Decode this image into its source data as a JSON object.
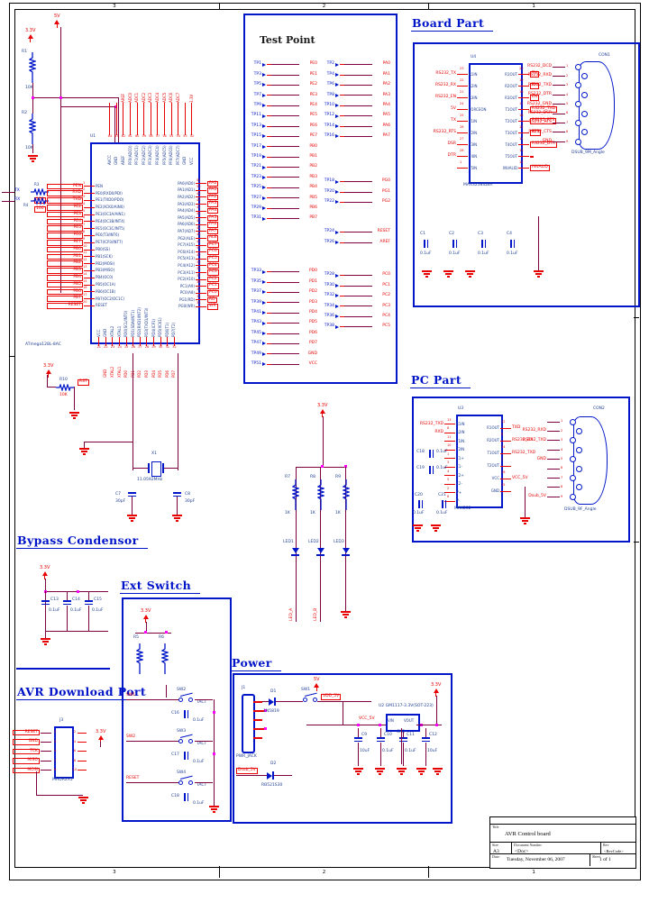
{
  "sections": {
    "test_point": "Test Point",
    "board_part": "Board Part",
    "pc_part": "PC Part",
    "bypass": "Bypass Condensor",
    "ext_switch": "Ext Switch",
    "avr_port": "AVR Download Port",
    "power": "Power"
  },
  "zones": {
    "top": [
      "3",
      "2",
      "1"
    ],
    "bottom": [
      "3",
      "2",
      "1"
    ]
  },
  "titleblock": {
    "title_label": "Title",
    "title": "AVR Control board",
    "size_label": "Size",
    "size": "A3",
    "doc_label": "Document Number",
    "doc": "<Doc>",
    "rev_label": "Rev",
    "rev": "<RevCode>",
    "date_label": "Date:",
    "date": "Tuesday, November 06, 2007",
    "sheet_label": "Sheet",
    "sheet_of": "1  of  1"
  },
  "pullups": {
    "sup5": "5V",
    "sup33": "3.3V",
    "r1": "R1",
    "r1v": "10K",
    "r2": "R2",
    "r2v": "10K"
  },
  "uart": {
    "tx": "TX",
    "rx": "RX",
    "r3": "R3",
    "r3v": "100",
    "r4": "R4",
    "r4v": "100"
  },
  "reset_net": {
    "sup": "3.3V",
    "r": "R10",
    "rv": "10K",
    "net": "RST"
  },
  "mcu": {
    "des": "U1",
    "part": "ATmega128L-8AC",
    "left": [
      {
        "net": "PEN",
        "num": "1",
        "name": "PEN"
      },
      {
        "net": "RXD",
        "num": "2",
        "name": "PE0(RXD0/PDI)"
      },
      {
        "net": "TXD",
        "num": "3",
        "name": "PE1(TXD0/PDO)"
      },
      {
        "net": "PE2",
        "num": "4",
        "name": "PE2(XCK0/AIN0)"
      },
      {
        "net": "PE3",
        "num": "5",
        "name": "PE3(OC3A/AIN1)"
      },
      {
        "net": "PE4",
        "num": "6",
        "name": "PE4(OC3B/INT4)"
      },
      {
        "net": "PE5",
        "num": "7",
        "name": "PE5(OC3C/INT5)"
      },
      {
        "net": "PE6",
        "num": "8",
        "name": "PE6(T3/INT6)"
      },
      {
        "net": "PE7",
        "num": "9",
        "name": "PE7(ICP3/INT7)"
      },
      {
        "net": "PB0",
        "num": "10",
        "name": "PB0(SS)"
      },
      {
        "net": "PB1",
        "num": "11",
        "name": "PB1(SCK)"
      },
      {
        "net": "PB2",
        "num": "12",
        "name": "PB2(MOSI)"
      },
      {
        "net": "PB3",
        "num": "13",
        "name": "PB3(MISO)"
      },
      {
        "net": "PB4",
        "num": "14",
        "name": "PB4(OC0)"
      },
      {
        "net": "PB5",
        "num": "15",
        "name": "PB5(OC1A)"
      },
      {
        "net": "PB6",
        "num": "16",
        "name": "PB6(OC1B)"
      },
      {
        "net": "PB7",
        "num": "17",
        "name": "PB7(OC2/OC1C)"
      },
      {
        "net": "RESET",
        "num": "20",
        "name": "RESET"
      }
    ],
    "right": [
      {
        "name": "PA0(AD0)",
        "num": "51",
        "net": "PA0"
      },
      {
        "name": "PA1(AD1)",
        "num": "50",
        "net": "PA1"
      },
      {
        "name": "PA2(AD2)",
        "num": "49",
        "net": "PA2"
      },
      {
        "name": "PA3(AD3)",
        "num": "48",
        "net": "PA3"
      },
      {
        "name": "PA4(AD4)",
        "num": "47",
        "net": "PA4"
      },
      {
        "name": "PA5(AD5)",
        "num": "46",
        "net": "PA5"
      },
      {
        "name": "PA6(AD6)",
        "num": "45",
        "net": "PA6"
      },
      {
        "name": "PA7(AD7)",
        "num": "44",
        "net": "PA7"
      },
      {
        "name": "PG2(ALE)",
        "num": "43",
        "net": "ALE"
      },
      {
        "name": "PC7(A15)",
        "num": "42",
        "net": "PC7"
      },
      {
        "name": "PC6(A14)",
        "num": "41",
        "net": "PC6"
      },
      {
        "name": "PC5(A13)",
        "num": "40",
        "net": "PC5"
      },
      {
        "name": "PC4(A12)",
        "num": "39",
        "net": "PC4"
      },
      {
        "name": "PC3(A11)",
        "num": "38",
        "net": "PC3"
      },
      {
        "name": "PC2(A10)",
        "num": "37",
        "net": "PC2"
      },
      {
        "name": "PC1(A9)",
        "num": "36",
        "net": "PC1"
      },
      {
        "name": "PC0(A8)",
        "num": "35",
        "net": "PC0"
      },
      {
        "name": "PG1(RD)",
        "num": "34",
        "net": "RD"
      },
      {
        "name": "PG0(WR)",
        "num": "33",
        "net": "WR"
      }
    ],
    "top": [
      {
        "num": "64",
        "name": "AVCC",
        "net": ""
      },
      {
        "num": "63",
        "name": "GND",
        "net": ""
      },
      {
        "num": "62",
        "name": "AREF",
        "net": "AREF"
      },
      {
        "num": "61",
        "name": "PF0(ADC0)",
        "net": "ADC0"
      },
      {
        "num": "60",
        "name": "PF1(ADC1)",
        "net": "ADC1"
      },
      {
        "num": "59",
        "name": "PF2(ADC2)",
        "net": "ADC2"
      },
      {
        "num": "58",
        "name": "PF3(ADC3)",
        "net": "ADC3"
      },
      {
        "num": "57",
        "name": "PF4(ADC4)",
        "net": "ADC4"
      },
      {
        "num": "56",
        "name": "PF5(ADC5)",
        "net": "ADC5"
      },
      {
        "num": "55",
        "name": "PF6(ADC6)",
        "net": "ADC6"
      },
      {
        "num": "54",
        "name": "PF7(ADC7)",
        "net": "ADC7"
      },
      {
        "num": "53",
        "name": "GND",
        "net": ""
      },
      {
        "num": "52",
        "name": "VCC",
        "net": "3.3V"
      }
    ],
    "bottom": [
      {
        "num": "21",
        "name": "VCC",
        "net": ""
      },
      {
        "num": "22",
        "name": "GND",
        "net": "GND"
      },
      {
        "num": "23",
        "name": "XTAL2",
        "net": "XTAL2"
      },
      {
        "num": "24",
        "name": "XTAL1",
        "net": "XTAL1"
      },
      {
        "num": "25",
        "name": "PD0(SCL/INT0)",
        "net": "PD0"
      },
      {
        "num": "26",
        "name": "PD1(SDA/INT1)",
        "net": "PD1"
      },
      {
        "num": "27",
        "name": "PD2(RXD1/INT2)",
        "net": "PD2"
      },
      {
        "num": "28",
        "name": "PD3(TXD1/INT3)",
        "net": "PD3"
      },
      {
        "num": "29",
        "name": "PD4(ICP1)",
        "net": "PD4"
      },
      {
        "num": "30",
        "name": "PD5(XCK1)",
        "net": "PD5"
      },
      {
        "num": "31",
        "name": "PD6(T1)",
        "net": "PD6"
      },
      {
        "num": "32",
        "name": "PD7(T2)",
        "net": "PD7"
      }
    ]
  },
  "crystal": {
    "ref": "X1",
    "val": "11.0592MHz",
    "c7": "C7",
    "c7v": "30pF",
    "c8": "C8",
    "c8v": "30pF"
  },
  "leds": {
    "sup": "3.3V",
    "cols": [
      {
        "r": "R7",
        "rv": "1K",
        "led": "LED1"
      },
      {
        "r": "R8",
        "rv": "1K",
        "led": "LED2"
      },
      {
        "r": "R9",
        "rv": "1K",
        "led": "LED3"
      }
    ],
    "nets": [
      "LED_A",
      "LED_B"
    ]
  },
  "test_point": {
    "left1": [
      {
        "tp": "TP1",
        "net": "PE0"
      },
      {
        "tp": "TP3",
        "net": "PE1"
      },
      {
        "tp": "TP5",
        "net": "PE2"
      },
      {
        "tp": "TP7",
        "net": "PE3"
      },
      {
        "tp": "TP9",
        "net": "PE4"
      },
      {
        "tp": "TP11",
        "net": "PE5"
      },
      {
        "tp": "TP13",
        "net": "PE6"
      },
      {
        "tp": "TP15",
        "net": "PE7"
      },
      {
        "tp": "TP17",
        "net": "PB0"
      },
      {
        "tp": "TP19",
        "net": "PB1"
      },
      {
        "tp": "TP21",
        "net": "PB2"
      },
      {
        "tp": "TP23",
        "net": "PB3"
      },
      {
        "tp": "TP25",
        "net": "PB4"
      },
      {
        "tp": "TP27",
        "net": "PB5"
      },
      {
        "tp": "TP29",
        "net": "PB6"
      },
      {
        "tp": "TP31",
        "net": "PB7"
      }
    ],
    "left2": [
      {
        "tp": "TP33",
        "net": "PD0"
      },
      {
        "tp": "TP35",
        "net": "PD1"
      },
      {
        "tp": "TP37",
        "net": "PD2"
      },
      {
        "tp": "TP39",
        "net": "PD3"
      },
      {
        "tp": "TP41",
        "net": "PD4"
      },
      {
        "tp": "TP43",
        "net": "PD5"
      },
      {
        "tp": "TP45",
        "net": "PD6"
      },
      {
        "tp": "TP47",
        "net": "PD7"
      },
      {
        "tp": "TP49",
        "net": "GND"
      },
      {
        "tp": "TP51",
        "net": "VCC"
      }
    ],
    "right1": [
      {
        "tp": "TP2",
        "net": "PA0"
      },
      {
        "tp": "TP4",
        "net": "PA1"
      },
      {
        "tp": "TP6",
        "net": "PA2"
      },
      {
        "tp": "TP8",
        "net": "PA3"
      },
      {
        "tp": "TP10",
        "net": "PA4"
      },
      {
        "tp": "TP12",
        "net": "PA5"
      },
      {
        "tp": "TP14",
        "net": "PA6"
      },
      {
        "tp": "TP16",
        "net": "PA7"
      }
    ],
    "right2": [
      {
        "tp": "TP18",
        "net": "PG0"
      },
      {
        "tp": "TP20",
        "net": "PG1"
      },
      {
        "tp": "TP22",
        "net": "PG2"
      }
    ],
    "right3": [
      {
        "tp": "TP24",
        "net": "RESET"
      },
      {
        "tp": "TP26",
        "net": "AREF"
      }
    ],
    "right4": [
      {
        "tp": "TP28",
        "net": "PC0"
      },
      {
        "tp": "TP30",
        "net": "PC1"
      },
      {
        "tp": "TP32",
        "net": "PC2"
      },
      {
        "tp": "TP34",
        "net": "PC3"
      },
      {
        "tp": "TP36",
        "net": "PC4"
      },
      {
        "tp": "TP38",
        "net": "PC5"
      }
    ]
  },
  "board": {
    "chip": {
      "des": "U4",
      "name": "MAX3238IDBR",
      "left": [
        {
          "net": "RS232_TX",
          "num": "23",
          "name": "R1IN"
        },
        {
          "net": "RS232_RX",
          "num": "22",
          "name": "R2IN"
        },
        {
          "net": "RS232_EN",
          "num": "21",
          "name": "R3IN"
        },
        {
          "net": "5V",
          "num": "24",
          "name": "FORCEON"
        },
        {
          "net": "TX",
          "num": "25",
          "name": "T1IN"
        },
        {
          "net": "RS232_RTS",
          "num": "26",
          "name": "T2IN"
        },
        {
          "net": "DSR",
          "num": "27",
          "name": "T3IN"
        },
        {
          "net": "DTR",
          "num": "28",
          "name": "T4IN"
        },
        {
          "net": "",
          "num": "1",
          "name": "T5IN"
        }
      ],
      "right": [
        {
          "name": "R1OUT",
          "num": "20",
          "net": "TX"
        },
        {
          "name": "R2OUT",
          "num": "19",
          "net": "RX"
        },
        {
          "name": "R3OUT",
          "num": "18",
          "net": "EN"
        },
        {
          "name": "T1OUT",
          "num": "17",
          "net": "RS232_TXD"
        },
        {
          "name": "T2OUT",
          "num": "16",
          "net": "RS232_RTS"
        },
        {
          "name": "T3OUT",
          "num": "15",
          "net": "RTS"
        },
        {
          "name": "T4OUT",
          "num": "14",
          "net": "RS232_DTR"
        },
        {
          "name": "T5OUT",
          "num": "13",
          "net": ""
        },
        {
          "name": "INVALID",
          "num": "12",
          "net": "INVALID"
        }
      ]
    },
    "caps": [
      {
        "ref": "C1",
        "val": "0.1uF"
      },
      {
        "ref": "C2",
        "val": "0.1uF"
      },
      {
        "ref": "C3",
        "val": "0.1uF"
      },
      {
        "ref": "C4",
        "val": "0.1uF"
      }
    ],
    "con": {
      "des": "CON1",
      "name": "DSUB_9M_Angle",
      "pins": [
        {
          "num": "1",
          "net": "RS232_DCD"
        },
        {
          "num": "2",
          "net": "RS232_RXD"
        },
        {
          "num": "3",
          "net": "RS232_TXD"
        },
        {
          "num": "4",
          "net": "RS232_DTR"
        },
        {
          "num": "5",
          "net": "RS232_GND"
        },
        {
          "num": "6",
          "net": "RS232_DSR"
        },
        {
          "num": "7",
          "net": "RS232_RTS"
        },
        {
          "num": "8",
          "net": "RS232_CTS"
        },
        {
          "num": "9",
          "net": "GND"
        }
      ]
    }
  },
  "pc": {
    "chip": {
      "des": "U3",
      "name": "MAX232",
      "left": [
        {
          "net": "RS232_TXD",
          "num": "13",
          "name": "R1IN"
        },
        {
          "net": "RXD",
          "num": "8",
          "name": "R2IN"
        },
        {
          "net": "",
          "num": "11",
          "name": "T1IN"
        },
        {
          "net": "",
          "num": "10",
          "name": "T2IN"
        },
        {
          "net": "",
          "num": "1",
          "name": "C1+"
        },
        {
          "net": "",
          "num": "3",
          "name": "C1-"
        },
        {
          "net": "",
          "num": "4",
          "name": "C2+"
        },
        {
          "net": "",
          "num": "5",
          "name": "C2-"
        },
        {
          "net": "",
          "num": "2",
          "name": "V+"
        },
        {
          "net": "",
          "num": "6",
          "name": "V-"
        }
      ],
      "right": [
        {
          "name": "R1OUT",
          "num": "12",
          "net": "TXD"
        },
        {
          "name": "R2OUT",
          "num": "9",
          "net": "RS232_RX"
        },
        {
          "name": "T1OUT",
          "num": "14",
          "net": "RS232_TXD"
        },
        {
          "name": "T2OUT",
          "num": "7",
          "net": ""
        },
        {
          "name": "VCC",
          "num": "16",
          "net": "VCC_5V"
        },
        {
          "name": "GND",
          "num": "15",
          "net": ""
        }
      ]
    },
    "caps_top": [
      {
        "ref": "C18",
        "val": "0.1uF"
      },
      {
        "ref": "C19",
        "val": "0.1uF"
      }
    ],
    "caps_bot": [
      {
        "ref": "C20",
        "val": "0.1uF"
      },
      {
        "ref": "C21",
        "val": "0.1uF"
      }
    ],
    "con": {
      "des": "CON2",
      "name": "DSUB_9F_Angle",
      "pins": [
        {
          "num": "1",
          "net": ""
        },
        {
          "num": "2",
          "net": "RS232_RXD"
        },
        {
          "num": "3",
          "net": "RS232_TXD"
        },
        {
          "num": "4",
          "net": ""
        },
        {
          "num": "5",
          "net": "GND"
        },
        {
          "num": "6",
          "net": ""
        },
        {
          "num": "7",
          "net": ""
        },
        {
          "num": "8",
          "net": ""
        },
        {
          "num": "9",
          "net": "Dsub_5V"
        }
      ]
    }
  },
  "bypass": {
    "sup": "3.3V",
    "caps": [
      {
        "ref": "C13",
        "val": "0.1uF"
      },
      {
        "ref": "C14",
        "val": "0.1uF"
      },
      {
        "ref": "C15",
        "val": "0.1uF"
      }
    ]
  },
  "avr": {
    "des": "J3",
    "name": "MHDR2X5",
    "sup": "3.3V",
    "rows": [
      {
        "net": "RESET",
        "l": "1",
        "r": "2"
      },
      {
        "net": "GND",
        "l": "3",
        "r": "4"
      },
      {
        "net": "TCK",
        "l": "5",
        "r": "6"
      },
      {
        "net": "MISO",
        "l": "7",
        "r": "8"
      },
      {
        "net": "MOSI",
        "l": "9",
        "r": "10"
      }
    ]
  },
  "ext": {
    "sup": "3.3V",
    "res": [
      {
        "ref": "R5",
        "val": "10K"
      },
      {
        "ref": "R6",
        "val": "10K"
      }
    ],
    "rows": [
      {
        "net": "SW1",
        "sw": "SW2",
        "type": "TACT",
        "cap": "C16",
        "capv": "0.1uF"
      },
      {
        "net": "SW2",
        "sw": "SW3",
        "type": "TACT",
        "cap": "C17",
        "capv": "0.1uF"
      },
      {
        "net": "RESET",
        "sw": "SW4",
        "type": "TACT",
        "cap": "C18",
        "capv": "0.1uF"
      }
    ]
  },
  "power": {
    "j": {
      "des": "J1",
      "name": "PWR_JACK"
    },
    "d1": {
      "des": "D1",
      "name": "1N5819"
    },
    "sw": {
      "des": "SW1"
    },
    "sup5": "5V",
    "net_vdd": "VDD_5V",
    "net_vcc": "VCC_5V",
    "sup33": "3.3V",
    "reg": {
      "des": "U2",
      "name": "GM1117-3.3V(SOT-223)",
      "vin": "VIN",
      "gnd": "GND",
      "vout": "VOUT"
    },
    "caps": [
      {
        "ref": "C9",
        "val": "10uF"
      },
      {
        "ref": "C10",
        "val": "0.1uF"
      },
      {
        "ref": "C11",
        "val": "0.1uF"
      },
      {
        "ref": "C12",
        "val": "10uF"
      }
    ],
    "led": {
      "net": "Dsub_5V",
      "des": "D2",
      "name": "RB521S30"
    }
  }
}
